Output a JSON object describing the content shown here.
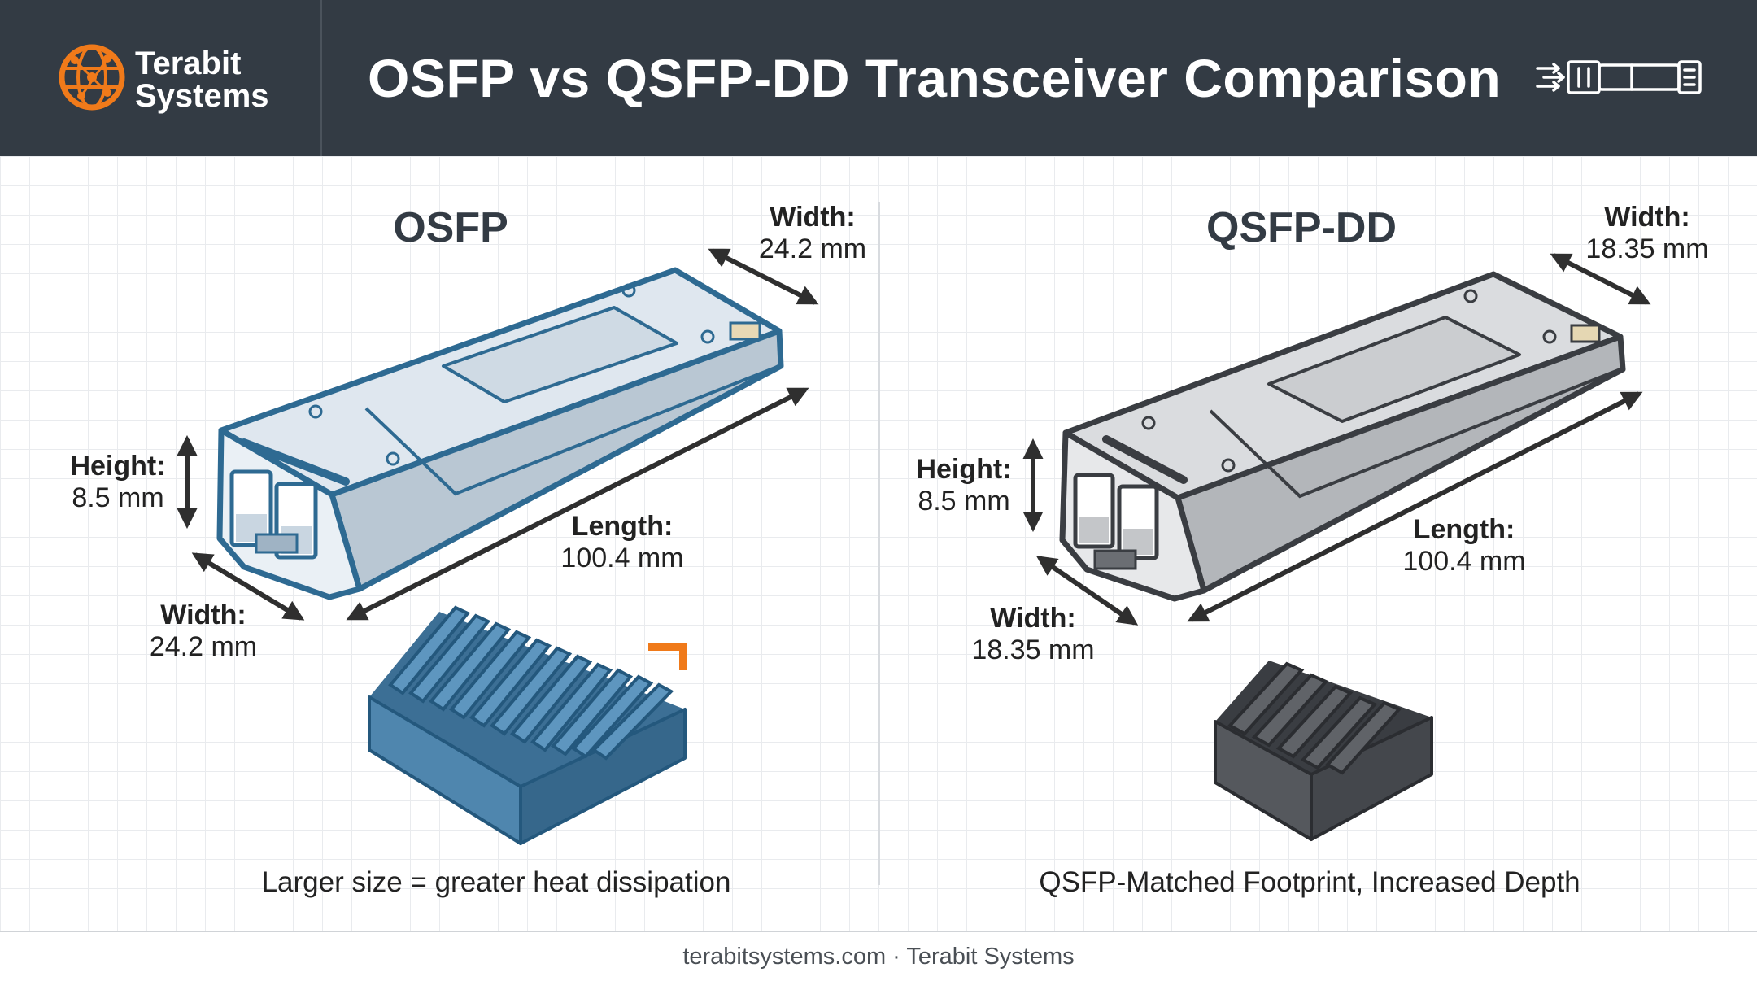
{
  "header": {
    "brand_line1": "Terabit",
    "brand_line2": "Systems",
    "title": "OSFP vs QSFP-DD Transceiver Comparison"
  },
  "colors": {
    "header_bg": "#333b44",
    "accent_orange": "#f07a1a",
    "osfp_blue": "#2e6a92",
    "osfp_body": "#d9e3ec",
    "heatsink_blue": "#4f86ae",
    "qsfpdd_gray": "#3a3d42",
    "qsfpdd_body": "#d4d6d9",
    "heatsink_dark": "#4a4d52"
  },
  "icons": {
    "logo": "globe-network-icon",
    "header": "transceiver-module-icon"
  },
  "osfp": {
    "name": "OSFP",
    "width_top_label": "Width:",
    "width_top_value": "24.2 mm",
    "height_label": "Height:",
    "height_value": "8.5 mm",
    "length_label": "Length:",
    "length_value": "100.4 mm",
    "width_bottom_label": "Width:",
    "width_bottom_value": "24.2 mm",
    "caption": "Larger size = greater heat dissipation"
  },
  "qsfpdd": {
    "name": "QSFP-DD",
    "width_top_label": "Width:",
    "width_top_value": "18.35 mm",
    "height_label": "Height:",
    "height_value": "8.5 mm",
    "length_label": "Length:",
    "length_value": "100.4 mm",
    "width_bottom_label": "Width:",
    "width_bottom_value": "18.35 mm",
    "caption": "QSFP-Matched Footprint, Increased Depth"
  },
  "footer": {
    "text": "terabitsystems.com · Terabit Systems"
  }
}
